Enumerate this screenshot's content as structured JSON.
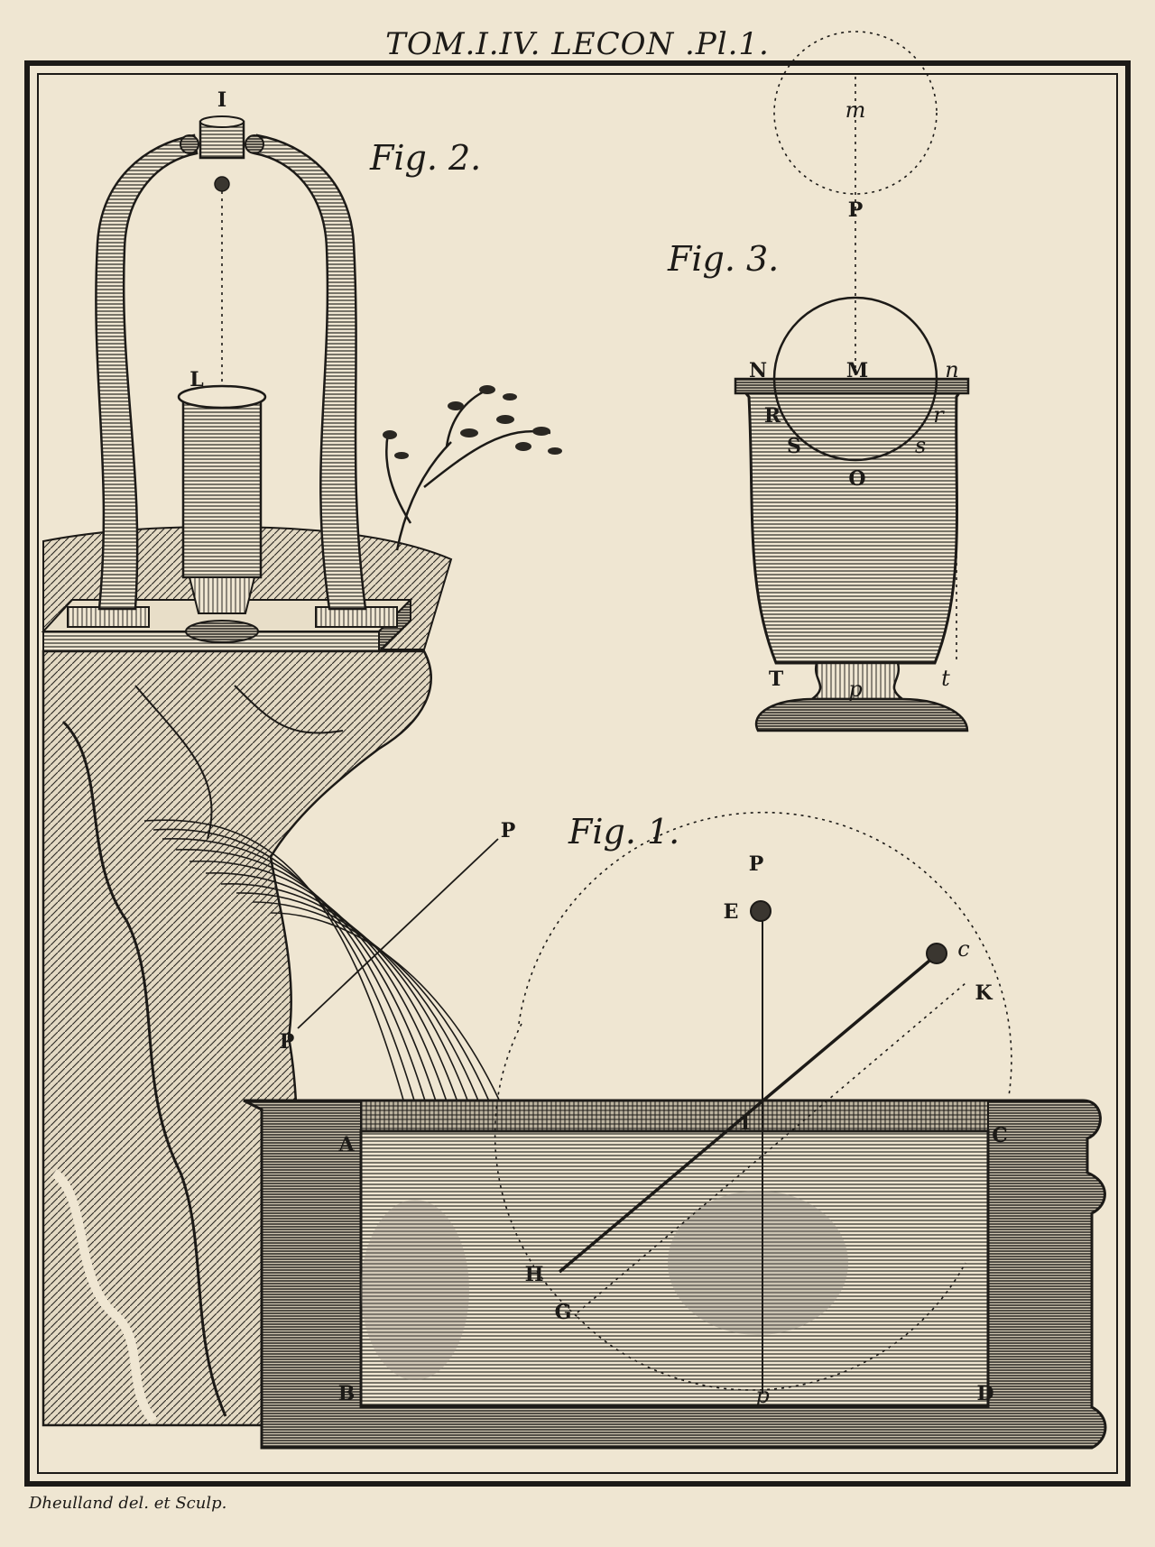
{
  "header": "TOM.I.IV. LECON .Pl.1.",
  "credit": "Dheulland del. et Sculp.",
  "figures": {
    "fig1": {
      "title": "Fig. 1.",
      "labels": [
        "P",
        "P",
        "P",
        "E",
        "c",
        "K",
        "I",
        "A",
        "C",
        "H",
        "G",
        "B",
        "p",
        "D"
      ]
    },
    "fig2": {
      "title": "Fig. 2.",
      "labels": [
        "I",
        "L"
      ]
    },
    "fig3": {
      "title": "Fig. 3.",
      "labels": [
        "m",
        "P",
        "N",
        "M",
        "n",
        "R",
        "r",
        "S",
        "s",
        "O",
        "T",
        "t",
        "p"
      ]
    }
  },
  "colors": {
    "paper": "#efe6d2",
    "ink": "#1c1a17",
    "water": "#8a857b"
  }
}
